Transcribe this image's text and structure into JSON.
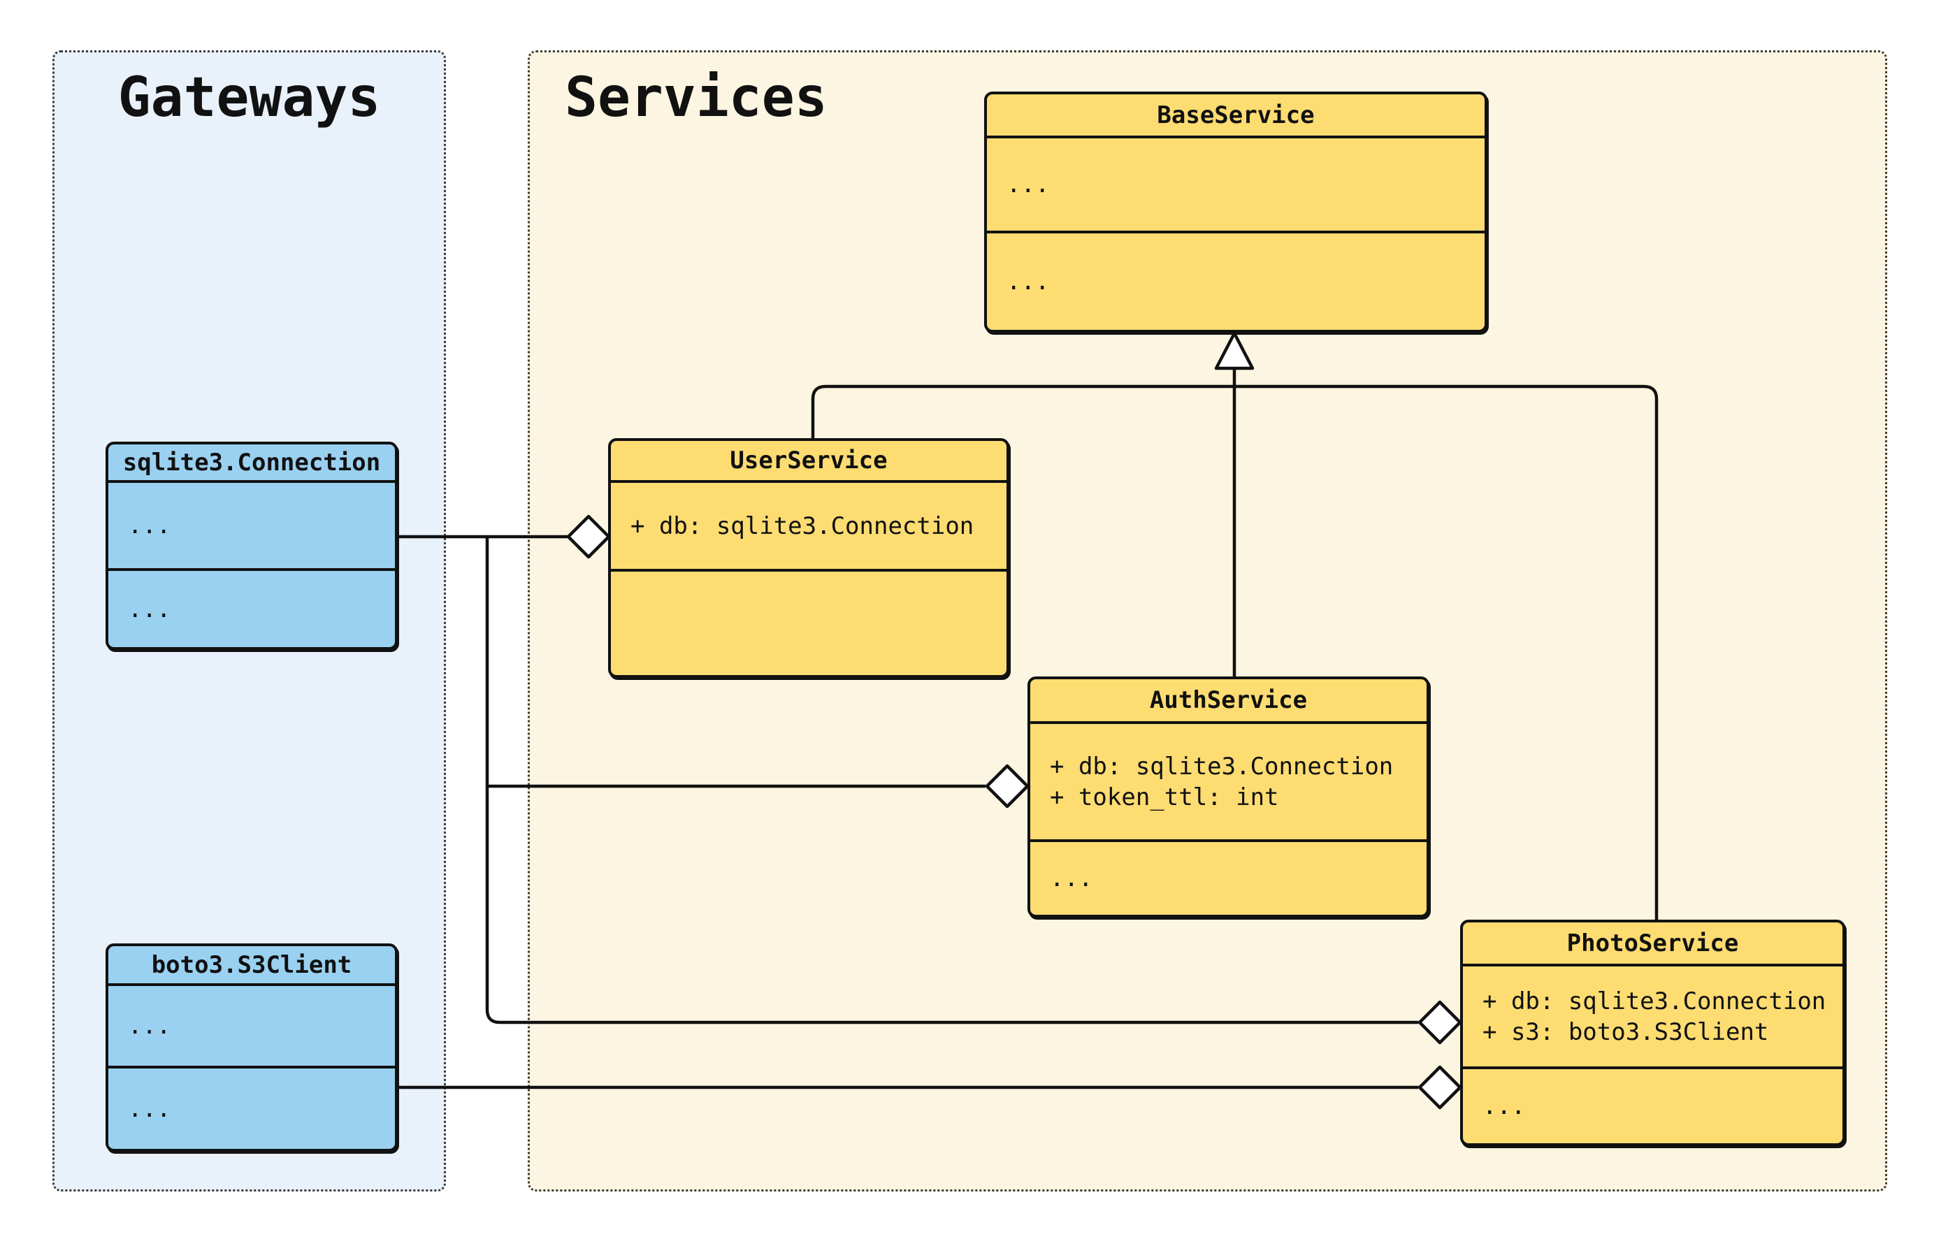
{
  "diagram_type": "uml-class-diagram",
  "panels": {
    "gateways": {
      "title": "Gateways"
    },
    "services": {
      "title": "Services"
    }
  },
  "classes": [
    {
      "name": "sqlite3.Connection",
      "panel": "Gateways",
      "attributes": [
        "..."
      ],
      "methods": [
        "..."
      ]
    },
    {
      "name": "boto3.S3Client",
      "panel": "Gateways",
      "attributes": [
        "..."
      ],
      "methods": [
        "..."
      ]
    },
    {
      "name": "BaseService",
      "panel": "Services",
      "attributes": [
        "..."
      ],
      "methods": [
        "..."
      ]
    },
    {
      "name": "UserService",
      "panel": "Services",
      "attributes": [
        "+ db: sqlite3.Connection"
      ],
      "methods": []
    },
    {
      "name": "AuthService",
      "panel": "Services",
      "attributes": [
        "+ db: sqlite3.Connection",
        "+ token_ttl: int"
      ],
      "methods": [
        "..."
      ]
    },
    {
      "name": "PhotoService",
      "panel": "Services",
      "attributes": [
        "+ db: sqlite3.Connection",
        "+ s3: boto3.S3Client"
      ],
      "methods": [
        "..."
      ]
    }
  ],
  "relationships": [
    {
      "type": "inheritance",
      "from": "UserService",
      "to": "BaseService"
    },
    {
      "type": "inheritance",
      "from": "AuthService",
      "to": "BaseService"
    },
    {
      "type": "inheritance",
      "from": "PhotoService",
      "to": "BaseService"
    },
    {
      "type": "aggregation",
      "from": "sqlite3.Connection",
      "to": "UserService"
    },
    {
      "type": "aggregation",
      "from": "sqlite3.Connection",
      "to": "AuthService"
    },
    {
      "type": "aggregation",
      "from": "sqlite3.Connection",
      "to": "PhotoService"
    },
    {
      "type": "aggregation",
      "from": "boto3.S3Client",
      "to": "PhotoService"
    }
  ],
  "colors": {
    "stroke": "#111111",
    "class_yellow": "#FDDC72",
    "class_blue": "#9AD1F1",
    "panel_blue": "#E9F1FB",
    "panel_cream": "#FCF5E1",
    "canvas_bg": "#FFFFFF"
  }
}
